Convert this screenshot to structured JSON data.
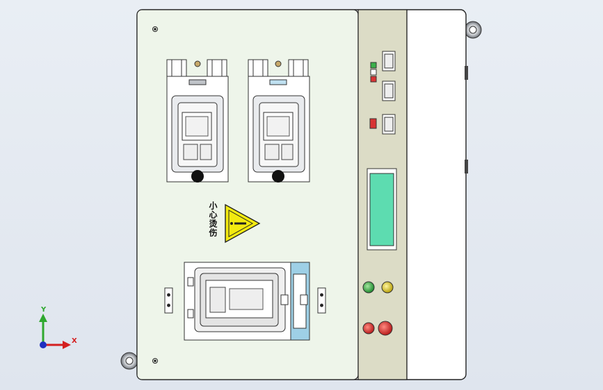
{
  "warning_label": "小心烫伤",
  "axes": {
    "x": "X",
    "y": "Y"
  },
  "colors": {
    "panel": "#eef5ea",
    "side_panel": "#dcdcc6",
    "screen": "#5ddcb0",
    "warning": "#f3ea10",
    "green_button": "#3bb04a",
    "yellow_button": "#e6d21c",
    "red_button": "#d83434",
    "axis_x": "#d42020",
    "axis_y": "#2fa82f",
    "axis_origin": "#2030c0"
  }
}
